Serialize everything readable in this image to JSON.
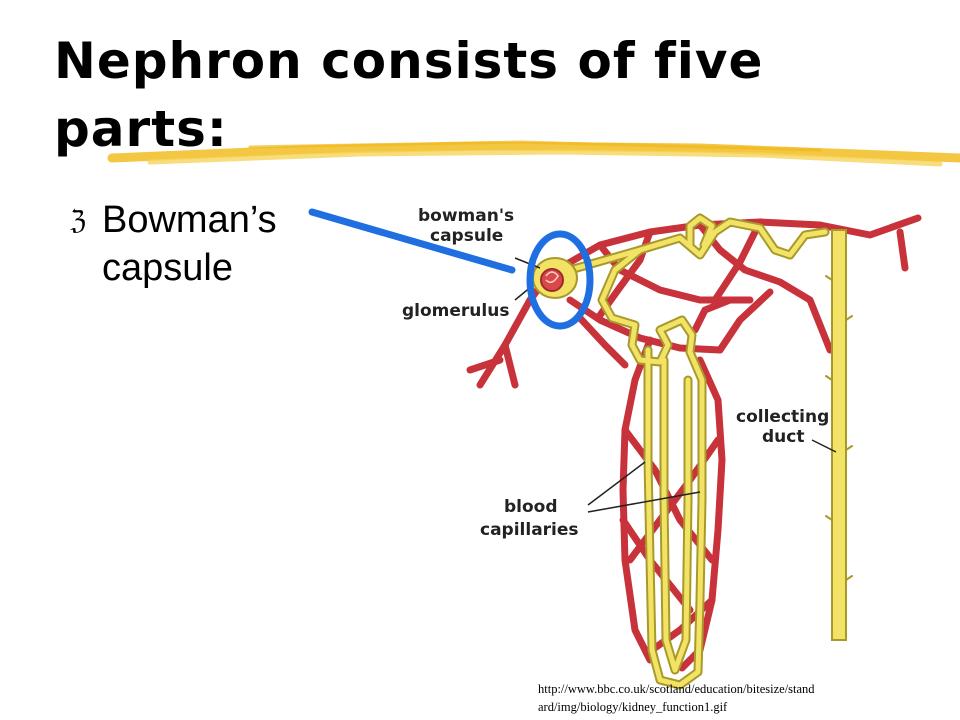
{
  "title": {
    "line1": "Nephron consists of five",
    "line2": "parts:"
  },
  "bullet": {
    "line1": "Bowman’s",
    "line2": "capsule"
  },
  "diagram": {
    "labels": {
      "bowmans_capsule_1": "bowman's",
      "bowmans_capsule_2": "capsule",
      "glomerulus": "glomerulus",
      "collecting_duct_1": "collecting",
      "collecting_duct_2": "duct",
      "blood_capillaries_1": "blood",
      "blood_capillaries_2": "capillaries"
    },
    "colors": {
      "vessel": "#c8323a",
      "vessel_fill": "#d84a4a",
      "tubule": "#f2e266",
      "tubule_outline": "#a89a2a",
      "highlight": "#1f6fe0",
      "title_underline": "#f2c12e"
    }
  },
  "source": {
    "line1": "http://www.bbc.co.uk/scotland/education/bitesize/stand",
    "line2": "ard/img/biology/kidney_function1.gif"
  }
}
